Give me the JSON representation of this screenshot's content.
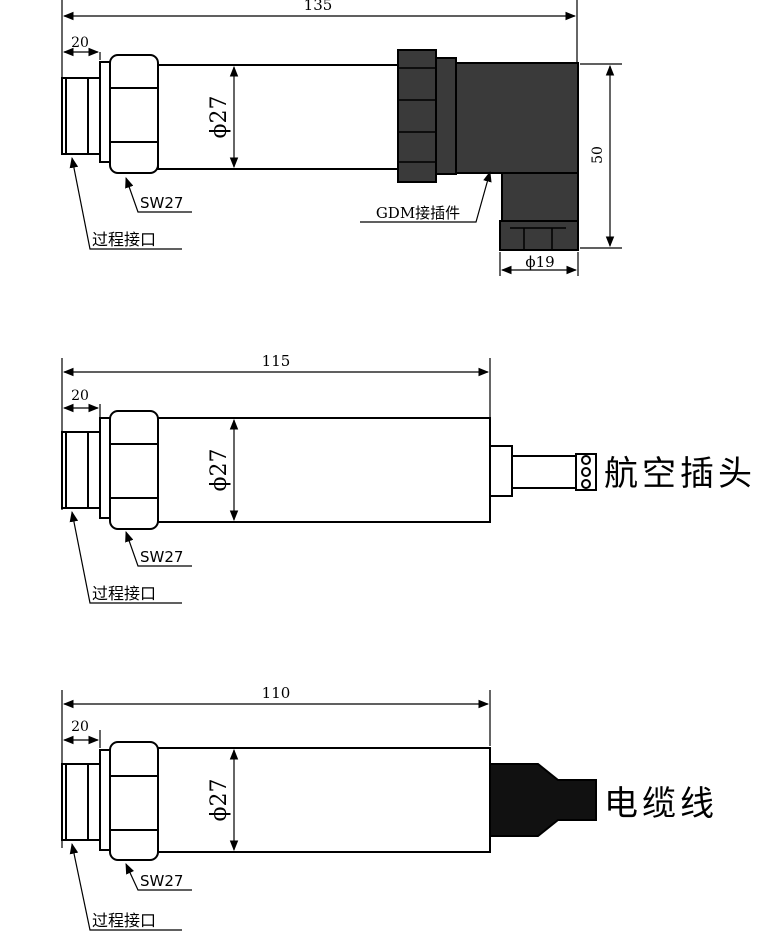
{
  "drawings": [
    {
      "id": "gdm",
      "overall_length": "135",
      "thread_length": "20",
      "diameter": "ϕ27",
      "hex_label": "SW27",
      "process_label": "过程接口",
      "connector_label": "GDM接插件",
      "height": "50",
      "connector_diameter": "ϕ19"
    },
    {
      "id": "aviation",
      "overall_length": "115",
      "thread_length": "20",
      "diameter": "ϕ27",
      "hex_label": "SW27",
      "process_label": "过程接口",
      "connector_label": "航空插头"
    },
    {
      "id": "cable",
      "overall_length": "110",
      "thread_length": "20",
      "diameter": "ϕ27",
      "hex_label": "SW27",
      "process_label": "过程接口",
      "connector_label": "电缆线"
    }
  ]
}
